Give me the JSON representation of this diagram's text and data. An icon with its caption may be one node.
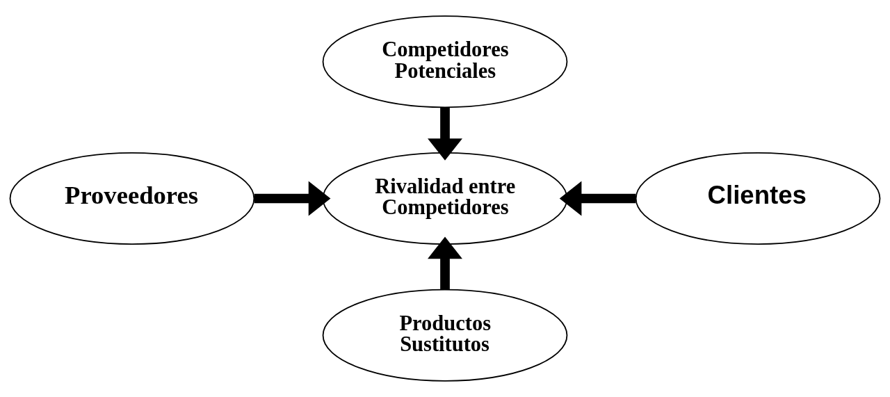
{
  "diagram": {
    "nodes": [
      {
        "text": [
          "Competidores Potenciales"
        ]
      },
      {
        "text": [
          "Proveedores"
        ]
      },
      {
        "text": [
          "Rivalidad entre Competidores"
        ]
      },
      {
        "text": [
          "Clientes"
        ]
      },
      {
        "text": [
          "Productos Sustitutos"
        ]
      }
    ],
    "edges": [
      {
        "from": 0,
        "to": 2,
        "arrow": "to"
      },
      {
        "from": 1,
        "to": 2,
        "arrow": "to"
      },
      {
        "from": 3,
        "to": 2,
        "arrow": "to"
      },
      {
        "from": 4,
        "to": 2,
        "arrow": "to"
      }
    ]
  }
}
